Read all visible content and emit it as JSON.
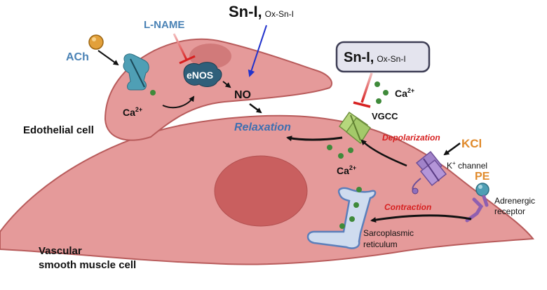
{
  "labels": {
    "sn_top_main": "Sn-I,",
    "sn_top_sub": "Ox-Sn-I",
    "sn_box_main": "Sn-I,",
    "sn_box_sub": "Ox-Sn-I",
    "lname": "L-NAME",
    "ach": "ACh",
    "enos": "eNOS",
    "no": "NO",
    "ca_endo_base": "Ca",
    "ca_endo_sup": "2+",
    "ca_vgcc_base": "Ca",
    "ca_vgcc_sup": "2+",
    "ca_mid_base": "Ca",
    "ca_mid_sup": "2+",
    "vgcc": "VGCC",
    "relaxation": "Relaxation",
    "depolarization": "Depolarization",
    "kcl": "KCl",
    "k_base": "K",
    "k_sup": "+",
    "k_rest": " channel",
    "pe": "PE",
    "adrenergic_1": "Adrenergic",
    "adrenergic_2": "receptor",
    "contraction": "Contraction",
    "sr_1": "Sarcoplasmic",
    "sr_2": "reticulum",
    "endothelial_cell": "Edothelial cell",
    "vsmc_1": "Vascular",
    "vsmc_2": "smooth muscle cell"
  },
  "colors": {
    "cell_fill": "#e59a9a",
    "cell_stroke": "#b85b5b",
    "nucleus": "#c95f5f",
    "receptor": "#4f9fb5",
    "enos_fill": "#2f5f7a",
    "vgcc_fill": "#b6d77d",
    "k_channel": "#a183c9",
    "sr_fill": "#cfdcef",
    "sr_stroke": "#5b7fbb",
    "inhibitor_red": "#d72020",
    "blue_label": "#3e6fb0",
    "orange_label": "#e08a2b",
    "ach_ball": "#e2a03a",
    "green_dot": "#3f8a3a",
    "box_fill": "#e4e4ee",
    "box_stroke": "#3e3e55"
  }
}
